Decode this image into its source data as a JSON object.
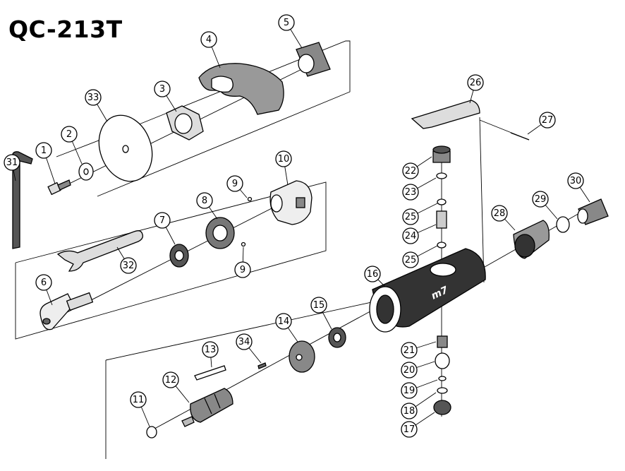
{
  "title": "QC-213T",
  "callouts": [
    {
      "id": "c1",
      "label": "1"
    },
    {
      "id": "c2",
      "label": "2"
    },
    {
      "id": "c3",
      "label": "3"
    },
    {
      "id": "c4",
      "label": "4"
    },
    {
      "id": "c5",
      "label": "5"
    },
    {
      "id": "c6",
      "label": "6"
    },
    {
      "id": "c7",
      "label": "7"
    },
    {
      "id": "c8",
      "label": "8"
    },
    {
      "id": "c9a",
      "label": "9"
    },
    {
      "id": "c9b",
      "label": "9"
    },
    {
      "id": "c10",
      "label": "10"
    },
    {
      "id": "c11",
      "label": "11"
    },
    {
      "id": "c12",
      "label": "12"
    },
    {
      "id": "c13",
      "label": "13"
    },
    {
      "id": "c14",
      "label": "14"
    },
    {
      "id": "c15",
      "label": "15"
    },
    {
      "id": "c16",
      "label": "16"
    },
    {
      "id": "c17",
      "label": "17"
    },
    {
      "id": "c18",
      "label": "18"
    },
    {
      "id": "c19",
      "label": "19"
    },
    {
      "id": "c20",
      "label": "20"
    },
    {
      "id": "c21",
      "label": "21"
    },
    {
      "id": "c22",
      "label": "22"
    },
    {
      "id": "c23",
      "label": "23"
    },
    {
      "id": "c24",
      "label": "24"
    },
    {
      "id": "c25a",
      "label": "25"
    },
    {
      "id": "c25b",
      "label": "25"
    },
    {
      "id": "c26",
      "label": "26"
    },
    {
      "id": "c27",
      "label": "27"
    },
    {
      "id": "c28",
      "label": "28"
    },
    {
      "id": "c29",
      "label": "29"
    },
    {
      "id": "c30",
      "label": "30"
    },
    {
      "id": "c31",
      "label": "31"
    },
    {
      "id": "c32",
      "label": "32"
    },
    {
      "id": "c33",
      "label": "33"
    },
    {
      "id": "c34",
      "label": "34"
    }
  ],
  "body_logo": "m7"
}
